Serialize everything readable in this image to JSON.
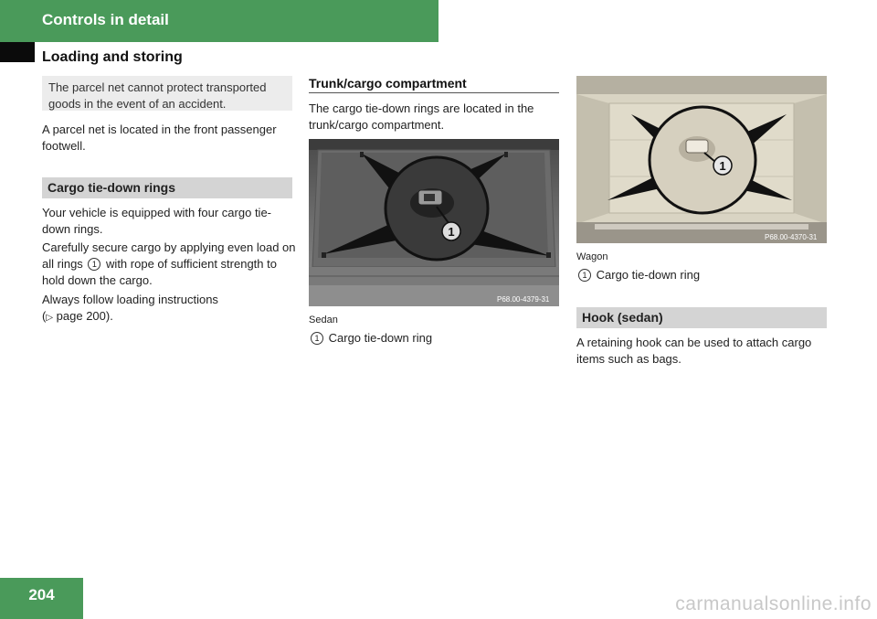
{
  "header": {
    "section": "Controls in detail",
    "subsection": "Loading and storing"
  },
  "left": {
    "note": "The parcel net cannot protect transported goods in the event of an accident.",
    "p1": "A parcel net is located in the front passenger footwell.",
    "section_title": "Cargo tie-down rings",
    "p2": "Your vehicle is equipped with four cargo tie-down rings.",
    "p3_a": "Carefully secure cargo by applying even load on all rings",
    "p3_marker": "1",
    "p3_b": "with rope of sufficient strength to hold down the cargo.",
    "p4_a": "Always follow loading instructions",
    "p4_arrow": "▷",
    "p4_ref": "page 200)."
  },
  "middle": {
    "heading": "Trunk/cargo compartment",
    "p1": "The cargo tie-down rings are located in the trunk/cargo compartment.",
    "image_code": "P68.00-4379-31",
    "image_marker": "1",
    "caption": "Sedan",
    "legend_marker": "1",
    "legend_text": "Cargo tie-down ring"
  },
  "right": {
    "image_code": "P68.00-4370-31",
    "image_marker": "1",
    "caption": "Wagon",
    "legend_marker": "1",
    "legend_text": "Cargo tie-down ring",
    "section_title": "Hook (sedan)",
    "p1": "A retaining hook can be used to attach cargo items such as bags."
  },
  "footer": {
    "page_number": "204"
  },
  "watermark": "carmanualsonline.info",
  "colors": {
    "accent_green": "#4a9a5a",
    "section_gray": "#d4d4d4",
    "note_gray": "#ececec"
  }
}
